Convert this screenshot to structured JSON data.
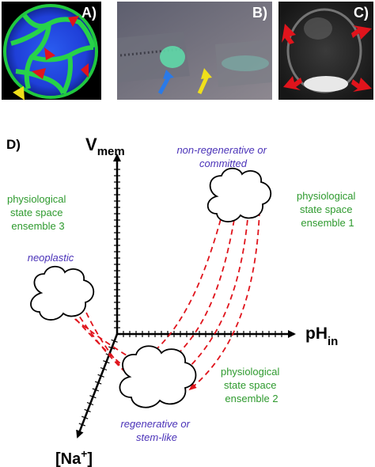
{
  "panels": {
    "a": {
      "label": "A)"
    },
    "b": {
      "label": "B)"
    },
    "c": {
      "label": "C)"
    },
    "d": {
      "label": "D)"
    }
  },
  "axes": {
    "vmem": {
      "main": "V",
      "sub": "mem"
    },
    "ph": {
      "main": "pH",
      "sub": "in"
    },
    "na": {
      "main": "[Na",
      "sup": "+",
      "close": "]"
    }
  },
  "ensembles": {
    "one": {
      "lines": [
        "physiological",
        "state space",
        "ensemble 1"
      ]
    },
    "two": {
      "lines": [
        "physiological",
        "state space",
        "ensemble 2"
      ]
    },
    "three": {
      "lines": [
        "physiological",
        "state space",
        "ensemble 3"
      ]
    }
  },
  "states": {
    "committed": {
      "lines": [
        "non-regenerative or",
        "committed"
      ]
    },
    "neoplastic": {
      "lines": [
        "neoplastic"
      ]
    },
    "regenerative": {
      "lines": [
        "regenerative or",
        "stem-like"
      ]
    }
  },
  "colors": {
    "arrow": "#e0141c",
    "green_text": "#2e9a2e",
    "purple_text": "#4a32b8",
    "yellow_arrow": "#f0e01a",
    "blue_arrow": "#2a7ae8"
  },
  "icons": {
    "panel_a_markers": [
      "red-triangle-icon",
      "red-triangle-icon",
      "red-triangle-icon",
      "yellow-arrow-icon"
    ],
    "panel_b_markers": [
      "blue-arrow-icon",
      "yellow-arrow-icon"
    ],
    "panel_c_markers": [
      "red-arrow-icon",
      "red-arrow-icon",
      "red-arrow-icon",
      "red-arrow-icon"
    ]
  }
}
